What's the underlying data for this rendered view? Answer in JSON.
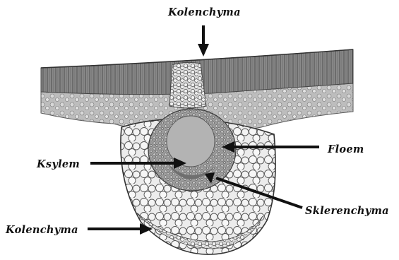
{
  "diagram": {
    "labels": {
      "kolenchyma_top": "Kolenchyma",
      "floem": "Floem",
      "ksylem": "Ksylem",
      "sklerenchyma": "Sklerenchyma",
      "kolenchyma_bottom": "Kolenchyma"
    },
    "colors": {
      "ink": "#111111",
      "tissue_dark": "#6e6e6e",
      "tissue_mid": "#a9a9a9",
      "tissue_light": "#e8e8e8",
      "background": "#ffffff"
    }
  }
}
